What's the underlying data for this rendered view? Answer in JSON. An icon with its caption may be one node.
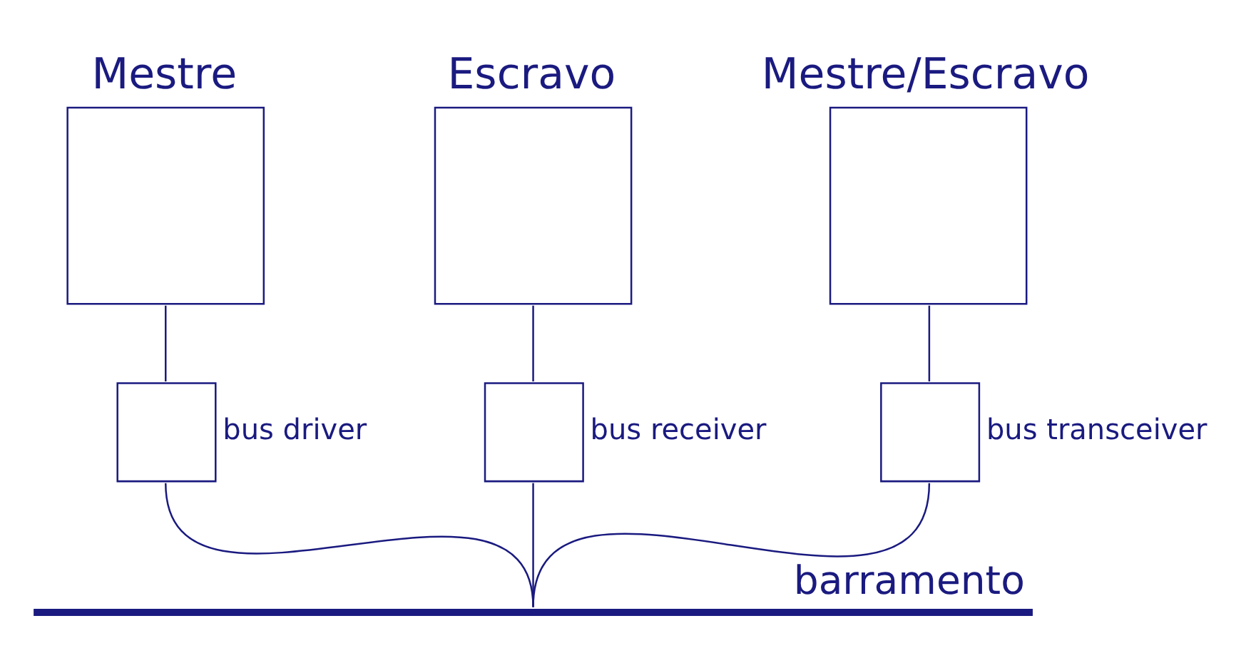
{
  "diagram": {
    "nodes": [
      {
        "text": [
          "Mestre"
        ]
      },
      {
        "text": [
          "Escravo"
        ]
      },
      {
        "text": [
          "Mestre/Escravo"
        ]
      },
      {
        "text": [],
        "shape": "box",
        "beside": [
          "bus driver"
        ]
      },
      {
        "text": [],
        "shape": "box",
        "beside": [
          "bus receiver"
        ]
      },
      {
        "text": [],
        "shape": "box",
        "beside": [
          "bus transceiver"
        ]
      },
      {
        "text": [],
        "shape": "bar",
        "beside": [
          "barramento"
        ]
      }
    ],
    "edges": [
      {
        "from": 0,
        "to": 3,
        "arrow": "none"
      },
      {
        "from": 1,
        "to": 4,
        "arrow": "none"
      },
      {
        "from": 2,
        "to": 5,
        "arrow": "none"
      },
      {
        "from": 3,
        "to": 6,
        "arrow": "none"
      },
      {
        "from": 4,
        "to": 6,
        "arrow": "none"
      },
      {
        "from": 5,
        "to": 6,
        "arrow": "none"
      }
    ]
  }
}
